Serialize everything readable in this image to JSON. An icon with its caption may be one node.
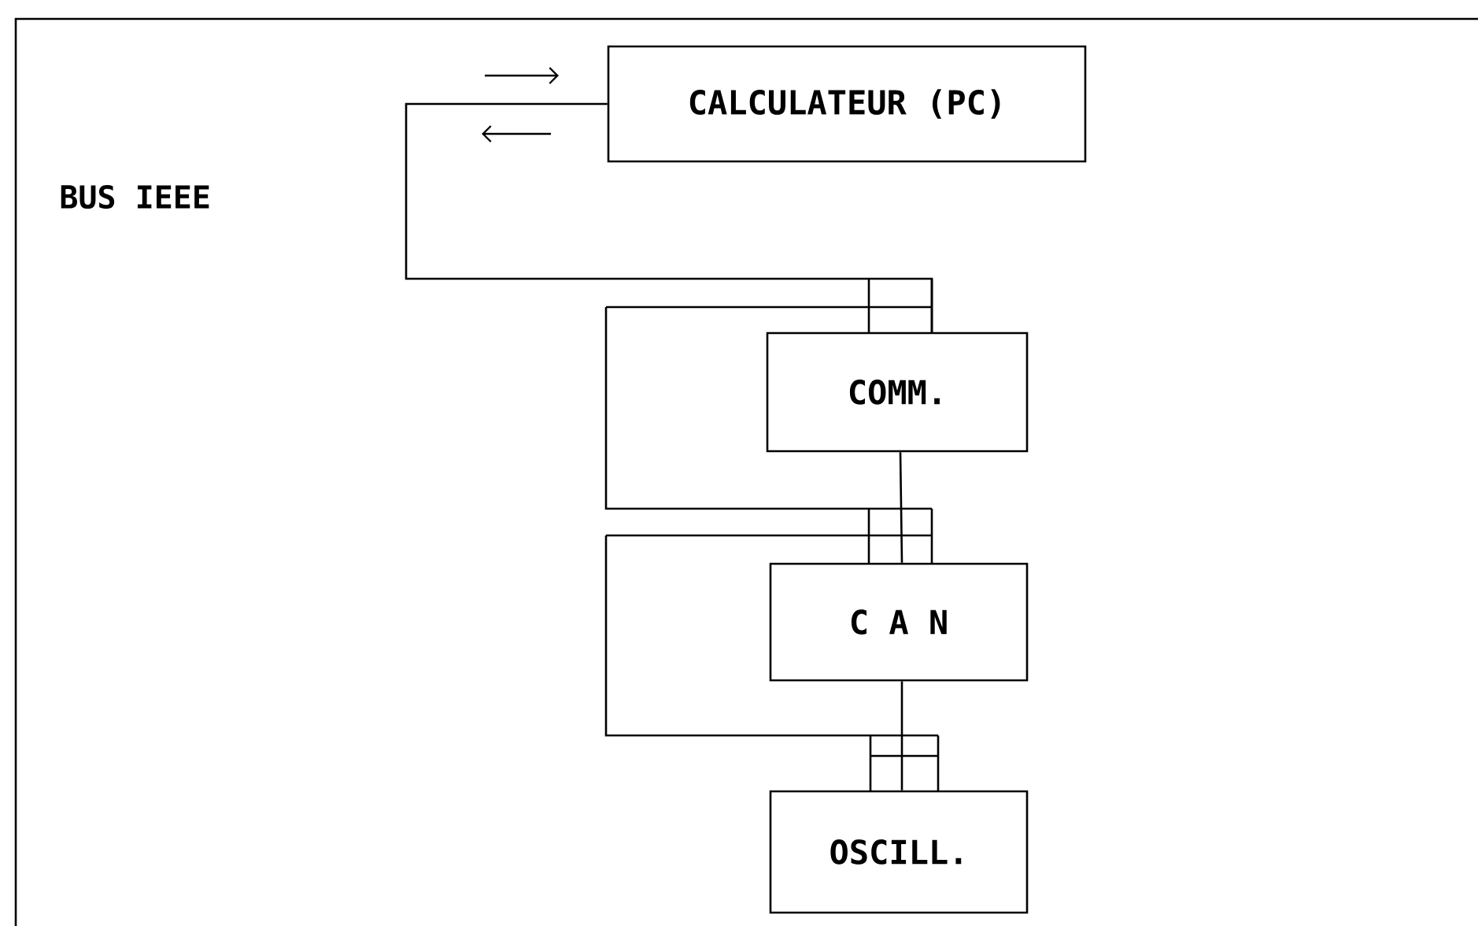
{
  "diagram": {
    "nodes": [
      {
        "text": [
          "CALCULATEUR (PC)"
        ]
      },
      {
        "text": [
          "COMM."
        ]
      },
      {
        "text": [
          "C A N"
        ]
      },
      {
        "text": [
          "OSCILL."
        ]
      }
    ],
    "edges": [
      {
        "from": 0,
        "to": 1,
        "arrow": "none"
      },
      {
        "from": 1,
        "to": 2,
        "arrow": "none"
      },
      {
        "from": 2,
        "to": 3,
        "arrow": "none"
      }
    ],
    "labels": [
      "BUS IEEE"
    ]
  }
}
